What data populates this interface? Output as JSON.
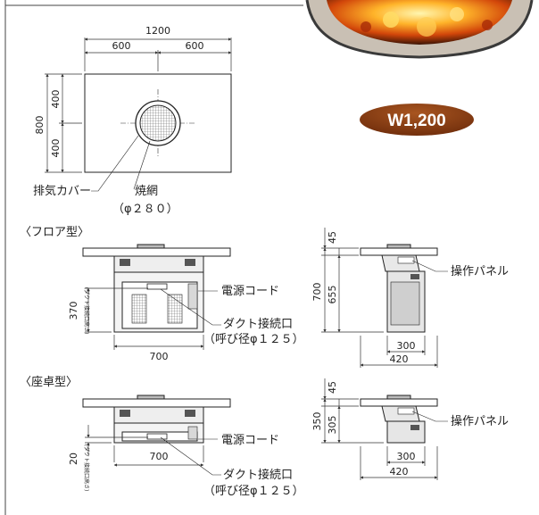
{
  "top_view": {
    "width_total": "1200",
    "width_left": "600",
    "width_right": "600",
    "depth_total": "800",
    "depth_top": "400",
    "depth_bottom": "400",
    "exhaust_cover_label": "排気カバー",
    "grill_label": "焼網",
    "grill_diameter": "（φ２８０）"
  },
  "price_badge": {
    "text": "W1,200",
    "color": "#7a3410"
  },
  "floor_type": {
    "title": "〈フロア型〉",
    "side_height": "370",
    "duct_height_note": "(ダクト接続口高さ)",
    "base_width": "700",
    "power_cord_label": "電源コード",
    "duct_label": "ダクト接続口",
    "duct_diameter": "（呼び径φ１２５）",
    "front_top": "45",
    "front_total": "700",
    "front_body": "655",
    "panel_label": "操作パネル",
    "front_inner_width": "300",
    "front_outer_width": "420"
  },
  "table_type": {
    "title": "〈座卓型〉",
    "side_height": "20",
    "duct_height_note": "(ダクト接続口高さ)",
    "base_width": "700",
    "power_cord_label": "電源コード",
    "duct_label": "ダクト接続口",
    "duct_diameter": "（呼び径φ１２５）",
    "front_top": "45",
    "front_total": "350",
    "front_body": "305",
    "panel_label": "操作パネル",
    "front_inner_width": "300",
    "front_outer_width": "420"
  }
}
